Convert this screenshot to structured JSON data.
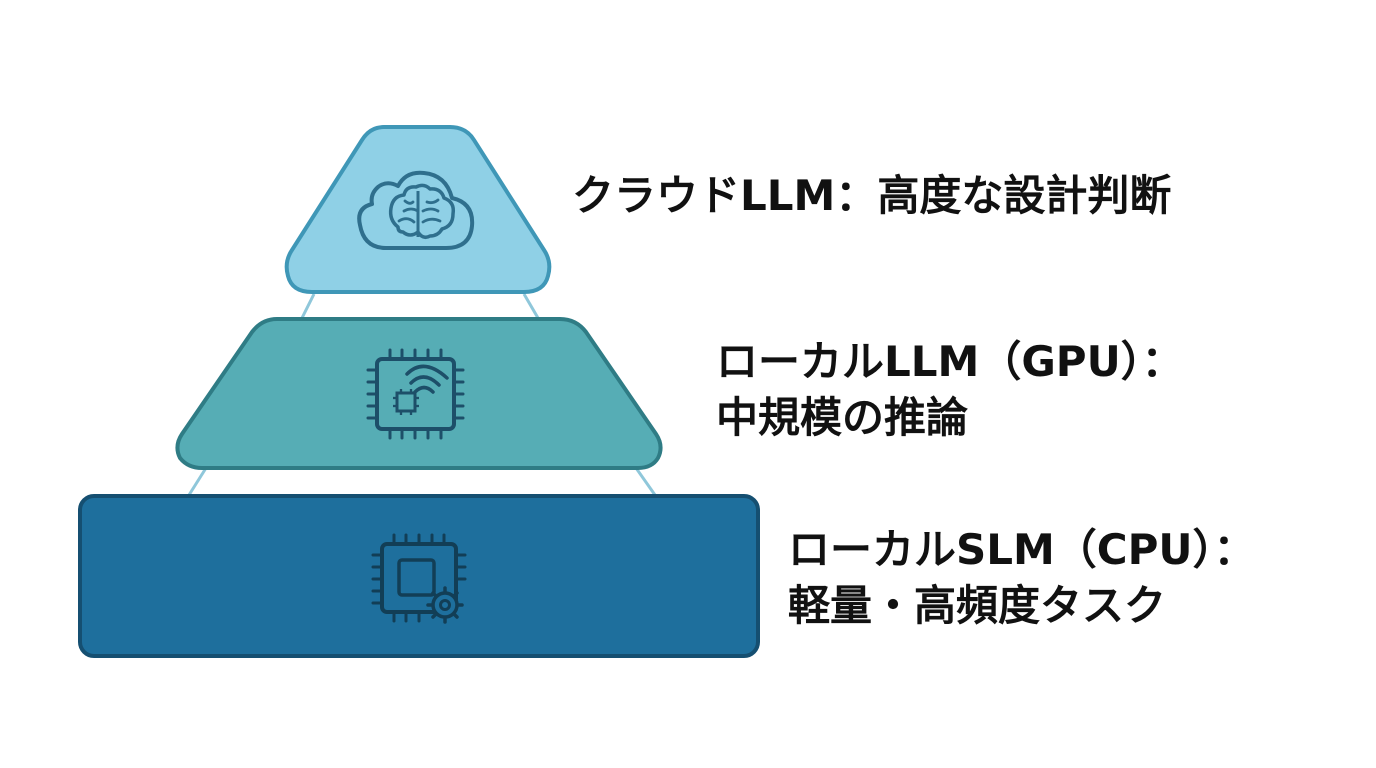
{
  "diagram": {
    "tiers": [
      {
        "id": "top",
        "label_line1": "クラウドLLM：高度な設計判断",
        "label_line2": "",
        "icon": "cloud-brain-icon",
        "fill": "#8fd0e6",
        "stroke": "#3f97b7"
      },
      {
        "id": "middle",
        "label_line1": "ローカルLLM（GPU）：",
        "label_line2": "中規模の推論",
        "icon": "chip-signal-icon",
        "fill": "#56adb5",
        "stroke": "#2f7c85"
      },
      {
        "id": "bottom",
        "label_line1": "ローカルSLM（CPU）：",
        "label_line2": "軽量・高頻度タスク",
        "icon": "chip-gear-icon",
        "fill": "#1e6f9d",
        "stroke": "#154f71"
      }
    ],
    "connector_color": "#8fc7da",
    "icon_color": "#1d4f69"
  }
}
